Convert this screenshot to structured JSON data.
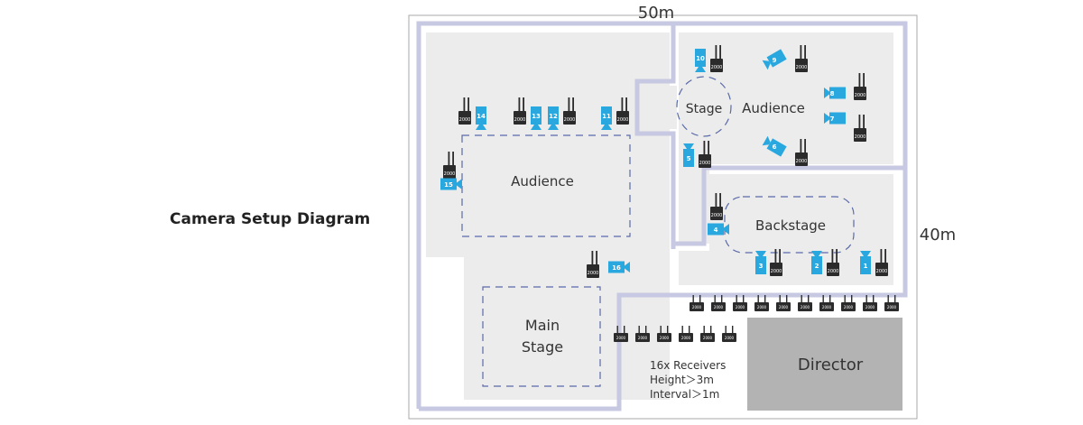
{
  "title": "Camera Setup Diagram",
  "dimensions": {
    "width": "50m",
    "height": "40m"
  },
  "areas": {
    "stage": "Stage",
    "audience_top": "Audience",
    "audience_left": "Audience",
    "backstage": "Backstage",
    "main_stage_line1": "Main",
    "main_stage_line2": "Stage",
    "director": "Director"
  },
  "receiver_note": [
    "16x Receivers",
    "Height＞3m",
    "Interval＞1m"
  ],
  "transmitter_label": "2000",
  "cameras": [
    "1",
    "2",
    "3",
    "4",
    "5",
    "6",
    "7",
    "8",
    "9",
    "10",
    "11",
    "12",
    "13",
    "14",
    "15",
    "16"
  ],
  "colors": {
    "wall": "#c7c9e2",
    "floor": "#ececec",
    "director": "#b3b3b3",
    "camera": "#29a8e0",
    "device": "#2b2b2b",
    "dashed": "#5a6aa8"
  }
}
